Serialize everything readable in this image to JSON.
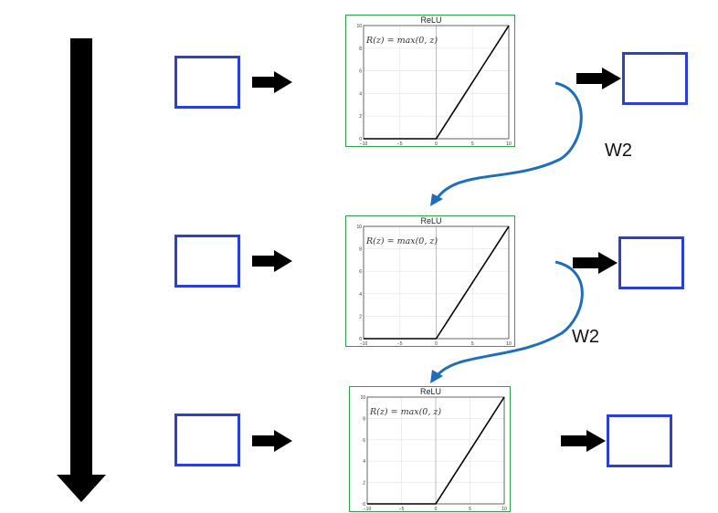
{
  "panels": [
    {
      "title": "ReLU",
      "formula": "R(z) = max(0,  z)",
      "x_ticks": [
        "−10",
        "−5",
        "0",
        "5",
        "10"
      ],
      "y_ticks": [
        "0",
        "2",
        "4",
        "6",
        "8",
        "10"
      ]
    },
    {
      "title": "ReLU",
      "formula": "R(z) = max(0,  z)",
      "x_ticks": [
        "−10",
        "−5",
        "0",
        "5",
        "10"
      ],
      "y_ticks": [
        "0",
        "2",
        "4",
        "6",
        "8",
        "10"
      ]
    },
    {
      "title": "ReLU",
      "formula": "R(z) = max(0,  z)",
      "x_ticks": [
        "−10",
        "−5",
        "0",
        "5",
        "10"
      ],
      "y_ticks": [
        "0",
        "2",
        "4",
        "6",
        "8",
        "10"
      ]
    }
  ],
  "weight_labels": [
    "W2",
    "W2"
  ],
  "colors": {
    "box_border": "#2b3fd1",
    "panel_border": "#2ea24a",
    "curve_arrow": "#1f6fb8",
    "arrow": "#000000"
  }
}
